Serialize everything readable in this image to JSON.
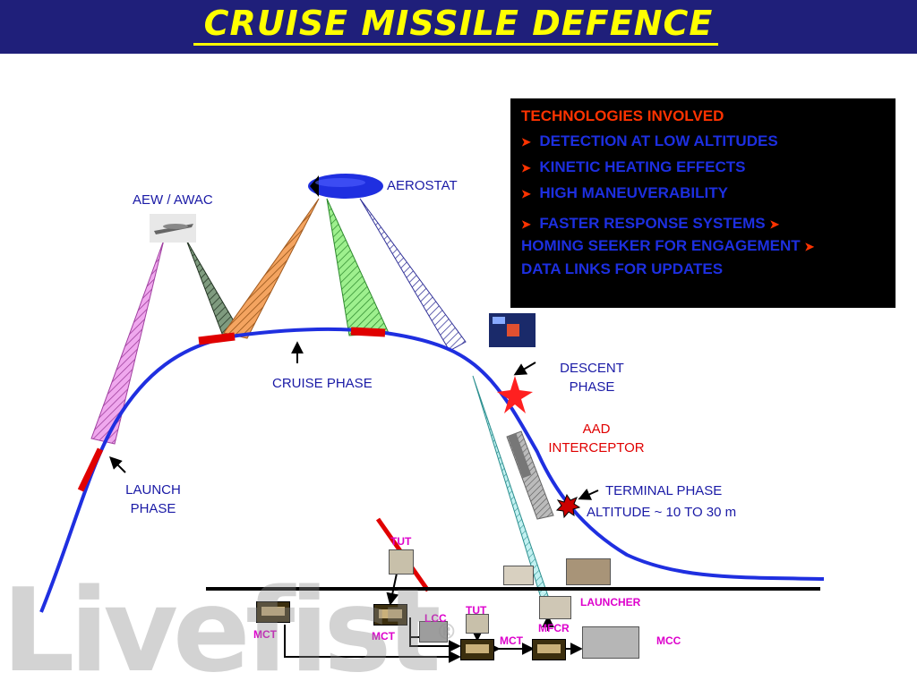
{
  "title": "CRUISE MISSILE DEFENCE",
  "technologies": {
    "heading": "TECHNOLOGIES INVOLVED",
    "items": [
      "DETECTION AT LOW ALTITUDES",
      "KINETIC HEATING EFFECTS",
      "HIGH MANEUVERABILITY",
      "FASTER RESPONSE SYSTEMS",
      "HOMING SEEKER FOR ENGAGEMENT",
      "DATA LINKS FOR UPDATES"
    ]
  },
  "labels": {
    "aew": "AEW / AWAC",
    "aerostat": "AEROSTAT",
    "cruise": "CRUISE PHASE",
    "launch_1": "LAUNCH",
    "launch_2": "PHASE",
    "descent_1": "DESCENT",
    "descent_2": "PHASE",
    "aad_1": "AAD",
    "aad_2": "INTERCEPTOR",
    "terminal": "TERMINAL PHASE",
    "altitude": "ALTITUDE ~ 10 TO 30 m"
  },
  "ground": {
    "tut_1": "TUT",
    "tut_2": "TUT",
    "mct_1": "MCT",
    "mct_2": "MCT",
    "mct_3": "MCT",
    "lcc": "LCC",
    "mfcr": "MFCR",
    "launcher": "LAUNCHER",
    "mcc": "MCC"
  },
  "watermark": "Livefist",
  "watermark_mark": "®",
  "colors": {
    "header_bg": "#1f1f7a",
    "title": "#ffff00",
    "trajectory": "#1f2fe0",
    "highlight": "#ff3300",
    "label": "#1a1aa6"
  }
}
